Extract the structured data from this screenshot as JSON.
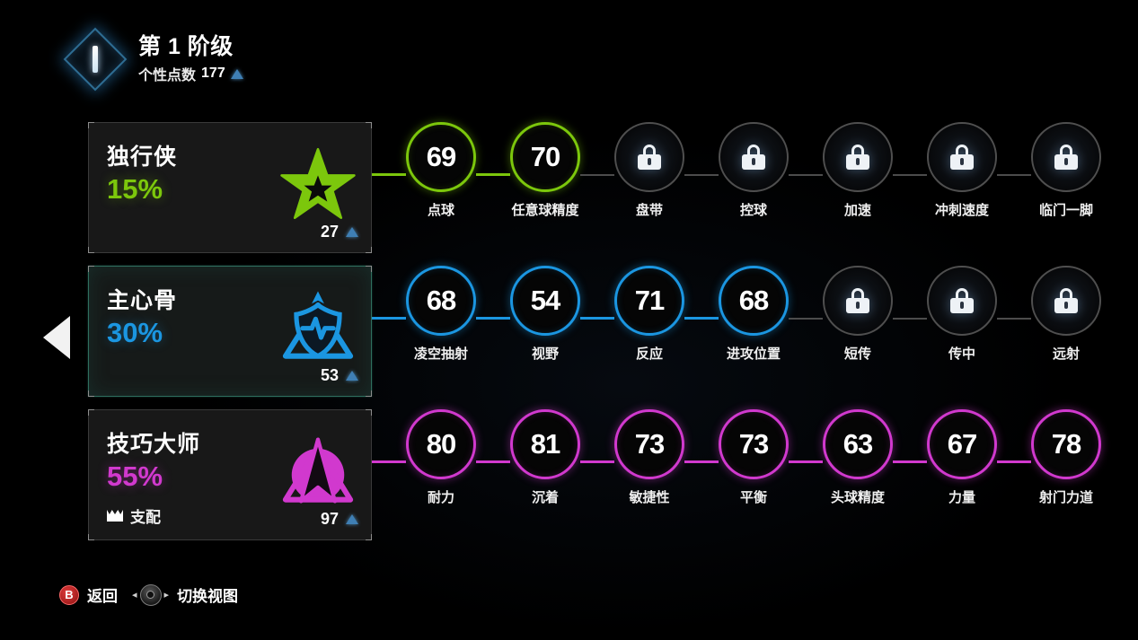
{
  "header": {
    "tier_title": "第 1 阶级",
    "points_label": "个性点数",
    "points_value": "177",
    "badge_icon": "tier-diamond-icon",
    "triangle_icon": "triangle-badge-icon"
  },
  "nav": {
    "prev_icon": "left-arrow-icon"
  },
  "colors": {
    "green": "#7cc70c",
    "blue": "#1b96e1",
    "magenta": "#d139ce",
    "locked": "#4f4f4f",
    "selected_border": "#2f6f5e"
  },
  "rows": [
    {
      "card": {
        "name": "独行侠",
        "percent": "15%",
        "percent_color": "#7cc70c",
        "value": "27",
        "icon": "green-star-icon",
        "selected": false,
        "tag": null
      },
      "accent": "#7cc70c",
      "nodes": [
        {
          "label": "点球",
          "value": "69",
          "locked": false
        },
        {
          "label": "任意球精度",
          "value": "70",
          "locked": false
        },
        {
          "label": "盘带",
          "value": null,
          "locked": true
        },
        {
          "label": "控球",
          "value": null,
          "locked": true
        },
        {
          "label": "加速",
          "value": null,
          "locked": true
        },
        {
          "label": "冲刺速度",
          "value": null,
          "locked": true
        },
        {
          "label": "临门一脚",
          "value": null,
          "locked": true
        }
      ]
    },
    {
      "card": {
        "name": "主心骨",
        "percent": "30%",
        "percent_color": "#1b96e1",
        "value": "53",
        "icon": "blue-shield-icon",
        "selected": true,
        "tag": null
      },
      "accent": "#1b96e1",
      "nodes": [
        {
          "label": "凌空抽射",
          "value": "68",
          "locked": false
        },
        {
          "label": "视野",
          "value": "54",
          "locked": false
        },
        {
          "label": "反应",
          "value": "71",
          "locked": false
        },
        {
          "label": "进攻位置",
          "value": "68",
          "locked": false
        },
        {
          "label": "短传",
          "value": null,
          "locked": true
        },
        {
          "label": "传中",
          "value": null,
          "locked": true
        },
        {
          "label": "远射",
          "value": null,
          "locked": true
        }
      ]
    },
    {
      "card": {
        "name": "技巧大师",
        "percent": "55%",
        "percent_color": "#d139ce",
        "value": "97",
        "icon": "magenta-arrow-icon",
        "selected": false,
        "tag": "支配",
        "tag_icon": "crown-icon"
      },
      "accent": "#d139ce",
      "nodes": [
        {
          "label": "耐力",
          "value": "80",
          "locked": false
        },
        {
          "label": "沉着",
          "value": "81",
          "locked": false
        },
        {
          "label": "敏捷性",
          "value": "73",
          "locked": false
        },
        {
          "label": "平衡",
          "value": "73",
          "locked": false
        },
        {
          "label": "头球精度",
          "value": "63",
          "locked": false
        },
        {
          "label": "力量",
          "value": "67",
          "locked": false
        },
        {
          "label": "射门力道",
          "value": "78",
          "locked": false
        }
      ]
    }
  ],
  "footer": {
    "back_button": "B",
    "back_label": "返回",
    "switch_label": "切换视图",
    "stick_icon": "left-stick-icon",
    "left_chevron": "◂",
    "right_chevron": "▸"
  }
}
